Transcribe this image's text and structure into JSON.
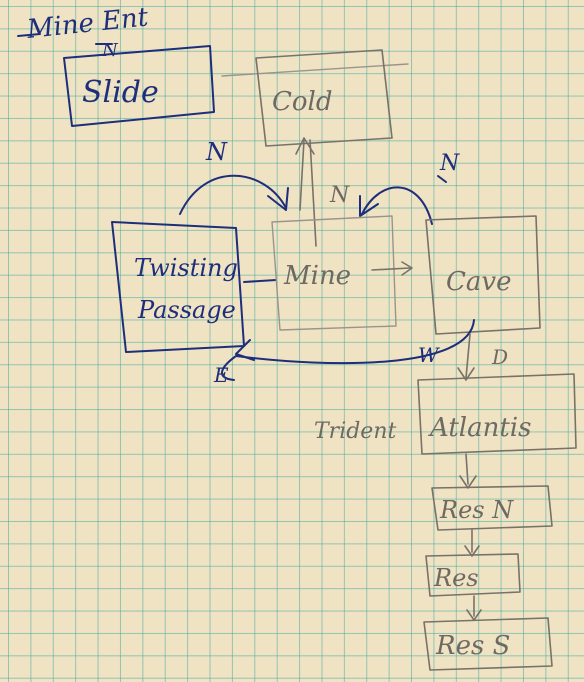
{
  "title": "Mine Ent",
  "entrance_dir": "N",
  "rooms": {
    "slide": "Slide",
    "cold": "Cold",
    "twisting_line1": "Twisting",
    "twisting_line2": "Passage",
    "mine": "Mine",
    "cave": "Cave",
    "atlantis": "Atlantis",
    "res_n": "Res N",
    "res": "Res",
    "res_s": "Res S"
  },
  "side_label": "Trident",
  "directions": {
    "twisting_to_mine": "N",
    "mine_up_cold": "N",
    "cave_to_mine": "N",
    "cave_down": "D",
    "cave_to_twisting": "W",
    "twisting_loop": "E"
  },
  "colors": {
    "blue_ink": "#1e2e7a",
    "pencil": "#77726a",
    "grid": "#46aaa0",
    "paper": "#efe3c3"
  }
}
